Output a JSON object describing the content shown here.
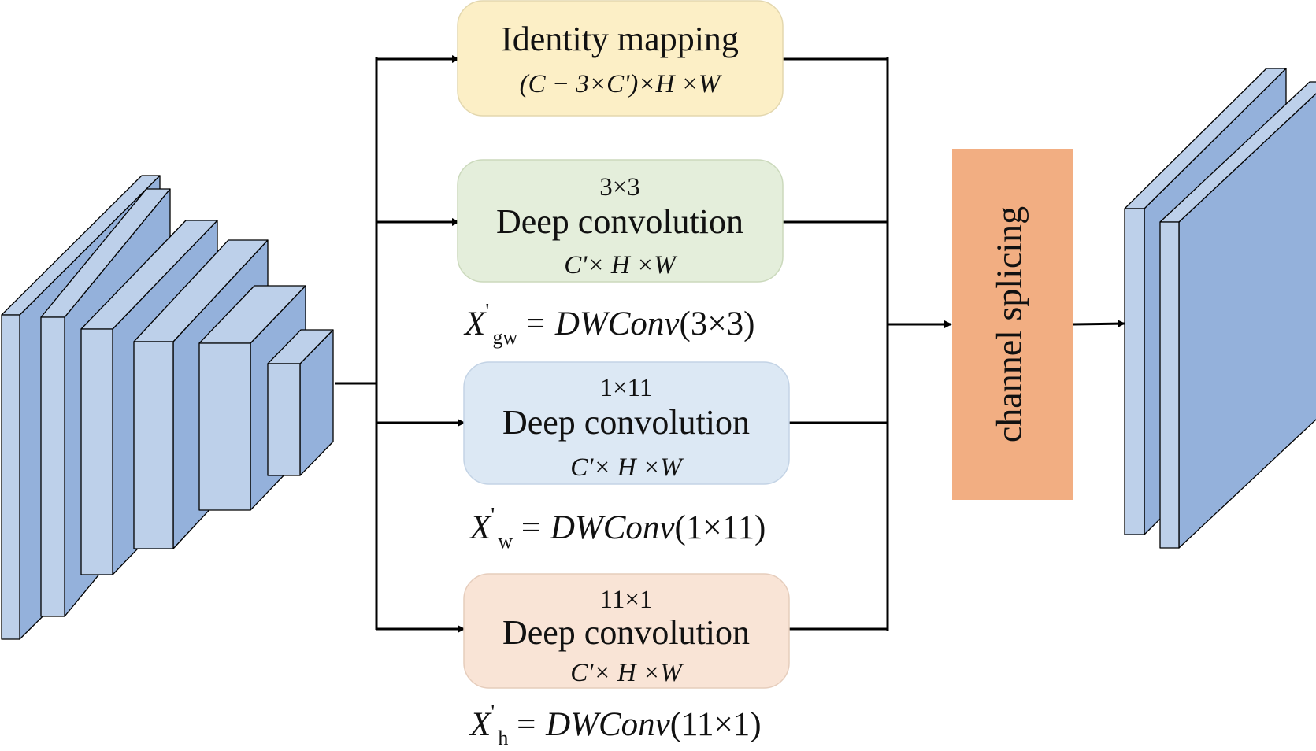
{
  "colors": {
    "box_identity": "#fcefc6",
    "box_3x3": "#e4eedb",
    "box_1x11": "#dce8f4",
    "box_11x1": "#f9e4d6",
    "channel_box": "#f2ae82",
    "tensor_light": "#bdd0ea",
    "tensor_dark": "#94b1db",
    "line": "#000000"
  },
  "branches": [
    {
      "top": "",
      "main": "Identity mapping",
      "shape": "(C − 3×C')×H ×W"
    },
    {
      "top": "3×3",
      "main": "Deep convolution",
      "shape": "C'× H ×W"
    },
    {
      "top": "1×11",
      "main": "Deep convolution",
      "shape": "C'× H ×W"
    },
    {
      "top": "11×1",
      "main": "Deep convolution",
      "shape": "C'× H ×W"
    }
  ],
  "equations": [
    {
      "sym": "X",
      "prime": "'",
      "sub": "gw",
      "rhs_fn": "= DWConv",
      "rhs_arg": "(3×3)"
    },
    {
      "sym": "X",
      "prime": "'",
      "sub": "w",
      "rhs_fn": "= DWConv",
      "rhs_arg": "(1×11)"
    },
    {
      "sym": "X",
      "prime": "'",
      "sub": "h",
      "rhs_fn": "= DWConv",
      "rhs_arg": "(11×1)"
    }
  ],
  "channel_label": "channel splicing"
}
